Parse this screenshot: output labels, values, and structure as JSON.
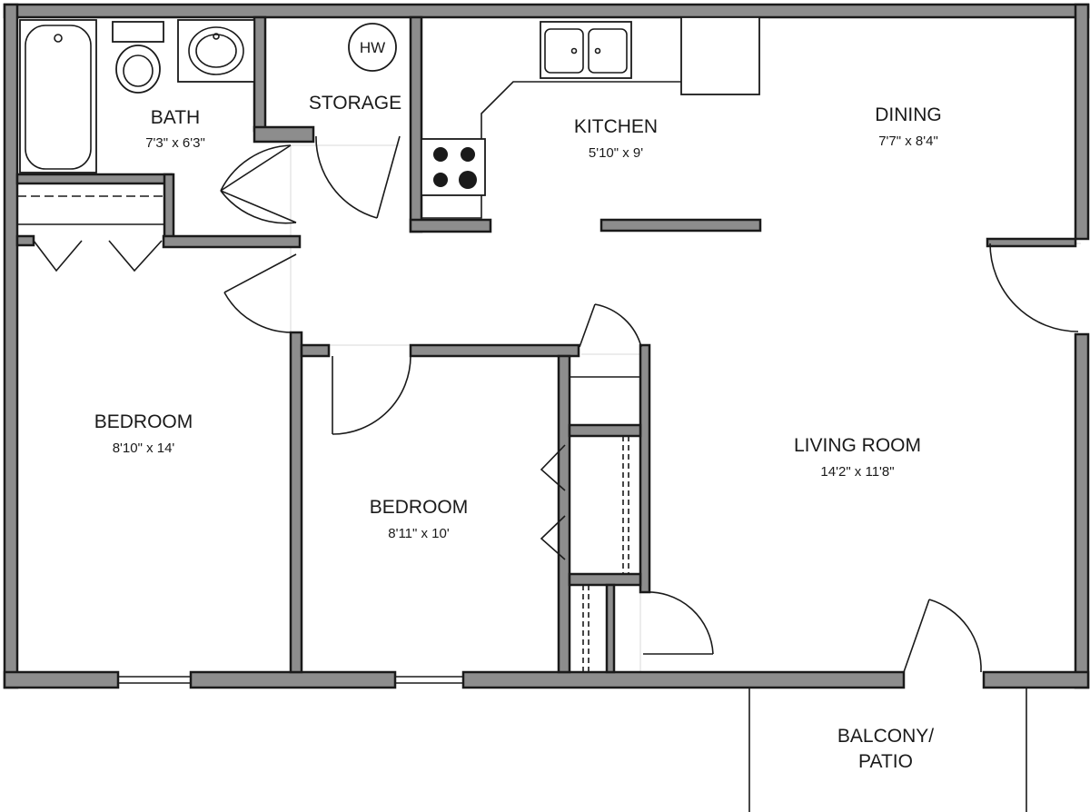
{
  "rooms": {
    "bath": {
      "name": "BATH",
      "dims": "7'3\" x 6'3\""
    },
    "storage": {
      "name": "STORAGE"
    },
    "kitchen": {
      "name": "KITCHEN",
      "dims": "5'10\" x 9'"
    },
    "dining": {
      "name": "DINING",
      "dims": "7'7\" x 8'4\""
    },
    "bedroom1": {
      "name": "BEDROOM",
      "dims": "8'10\" x 14'"
    },
    "bedroom2": {
      "name": "BEDROOM",
      "dims": "8'11\" x 10'"
    },
    "living": {
      "name": "LIVING ROOM",
      "dims": "14'2\" x 11'8\""
    },
    "balcony": {
      "line1": "BALCONY/",
      "line2": "PATIO"
    }
  },
  "fixtures": {
    "water_heater": "HW"
  }
}
